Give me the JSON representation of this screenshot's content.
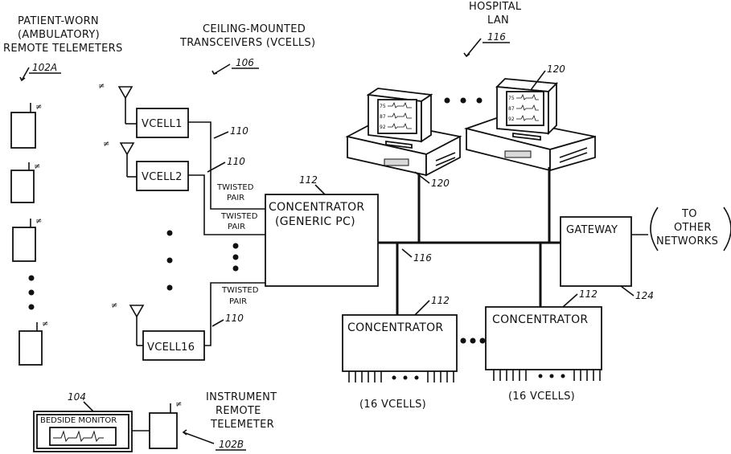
{
  "labels": {
    "patient_worn": [
      "PATIENT-WORN",
      "(AMBULATORY)",
      "REMOTE TELEMETERS"
    ],
    "ref_102a": "102A",
    "ceiling": [
      "CEILING-MOUNTED",
      "TRANSCEIVERS (VCELLS)"
    ],
    "ref_106": "106",
    "hospital_lan": [
      "HOSPITAL",
      "LAN"
    ],
    "ref_116": "116",
    "vcell1": "VCELL1",
    "vcell2": "VCELL2",
    "vcell16": "VCELL16",
    "ref_110": "110",
    "twisted_pair": [
      "TWISTED",
      "PAIR"
    ],
    "ref_112": "112",
    "concentrator_main": [
      "CONCENTRATOR",
      "(GENERIC PC)"
    ],
    "ref_120": "120",
    "gateway": "GATEWAY",
    "to_other": [
      "TO",
      "OTHER",
      "NETWORKS"
    ],
    "ref_124": "124",
    "concentrator": "CONCENTRATOR",
    "sixteen_vcells": "(16 VCELLS)",
    "ref_104": "104",
    "bedside_monitor": "BEDSIDE MONITOR",
    "instrument": [
      "INSTRUMENT",
      "REMOTE",
      "TELEMETER"
    ],
    "ref_102b": "102B",
    "screen_rows": [
      "75",
      "87",
      "92"
    ]
  }
}
